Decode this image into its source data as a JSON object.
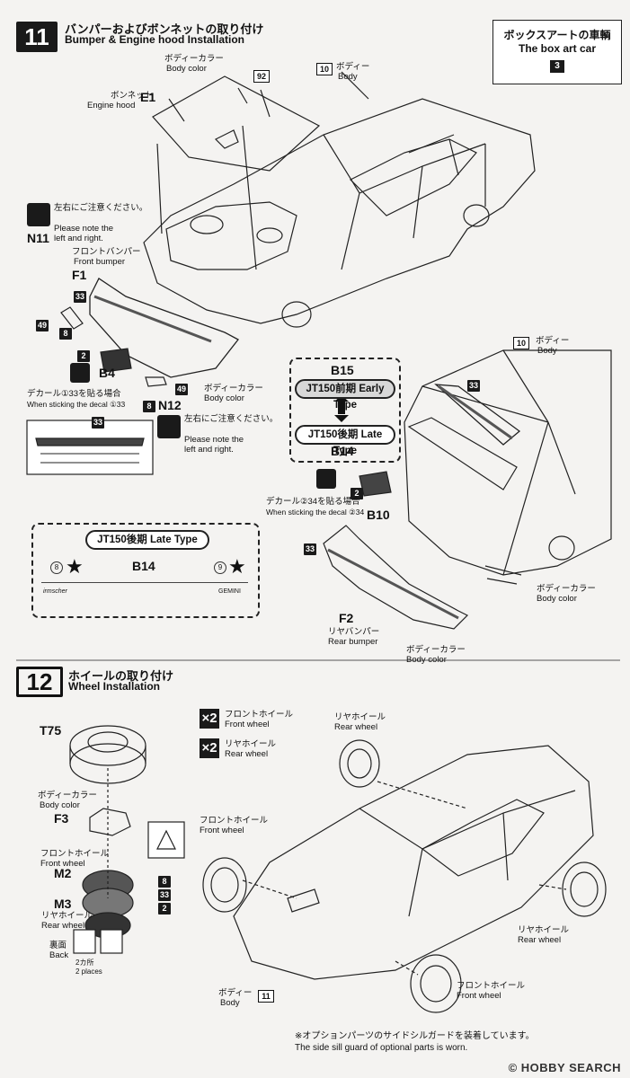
{
  "step11": {
    "number": "11",
    "title_jp": "バンパーおよびボンネットの取り付け",
    "title_en": "Bumper & Engine hood Installation"
  },
  "boxart": {
    "title_jp": "ボックスアートの車輌",
    "title_en": "The box art car",
    "number": "3"
  },
  "labels": {
    "body_color_jp": "ボディーカラー",
    "body_color_en": "Body color",
    "body_jp": "ボディー",
    "body_en": "Body",
    "hood_jp": "ボンネット",
    "hood_en": "Engine hood",
    "caution_jp": "左右にご注意ください。",
    "caution_en": "Please note the left and right.",
    "front_bumper_jp": "フロントバンパー",
    "front_bumper_en": "Front bumper",
    "rear_bumper_jp": "リヤバンパー",
    "rear_bumper_en": "Rear bumper",
    "decal_front_jp": "デカール①33を貼る場合",
    "decal_front_en": "When sticking the decal ①33",
    "decal_rear_jp": "デカール②34を貼る場合",
    "decal_rear_en": "When sticking the decal ②34"
  },
  "parts": {
    "E1": "E1",
    "N11": "N11",
    "F1": "F1",
    "B4": "B4",
    "N12": "N12",
    "B15": "B15",
    "B14": "B14",
    "B10": "B10",
    "F2": "F2",
    "T75": "T75",
    "F3": "F3",
    "M2": "M2",
    "M3": "M3"
  },
  "paints": {
    "p92": "92",
    "p10": "10",
    "p33": "33",
    "p49": "49",
    "p8": "8",
    "p2": "2",
    "p11": "11"
  },
  "types": {
    "early": "JT150前期 Early Type",
    "late": "JT150後期 Late Type",
    "late_title": "JT150後期 Late Type"
  },
  "decal_circle": {
    "left": "8",
    "right": "9",
    "left_text": "irmscher",
    "right_text": "GEMINI"
  },
  "step12": {
    "number": "12",
    "title_jp": "ホイールの取り付け",
    "title_en": "Wheel Installation",
    "x2_a": "2",
    "x2_b": "2",
    "front_wheel_jp": "フロントホイール",
    "front_wheel_en": "Front wheel",
    "rear_wheel_jp": "リヤホイール",
    "rear_wheel_en": "Rear wheel",
    "back_jp": "裏面",
    "back_en": "Back",
    "places_jp": "2カ所",
    "places_en": "2 places"
  },
  "footnote": {
    "jp": "※オプションパーツのサイドシルガードを装着しています。",
    "en": "The side sill guard of optional parts is worn."
  },
  "watermark": "© HOBBY SEARCH"
}
